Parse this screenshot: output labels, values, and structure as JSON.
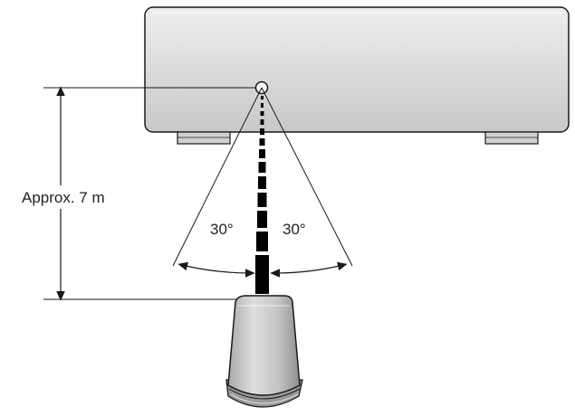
{
  "labels": {
    "distance": "Approx. 7 m",
    "angle_left": "30°",
    "angle_right": "30°"
  },
  "colors": {
    "stroke": "#1a1a1a",
    "unit_fill_top": "#ececec",
    "unit_fill_bottom": "#c9c9c9",
    "foot_fill": "#d0d0d0",
    "remote_fill_light": "#d8d8d8",
    "remote_fill_dark": "#9a9a9a",
    "beam": "#000000"
  }
}
